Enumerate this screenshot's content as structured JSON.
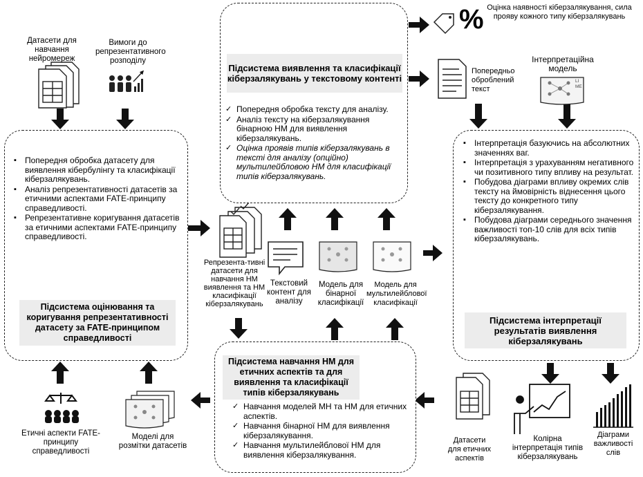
{
  "inputs": {
    "datasets_label": "Датасети для навчання нейромереж",
    "requirements_label": "Вимоги до репрезентативного розподілу"
  },
  "left_box": {
    "items": [
      "Попередня обробка датасету для виявлення кібербулінгу та класифікації кіберзалякувань.",
      "Аналіз репрезентативності датасетів за етичними аспектами FATE-принципу справедливості.",
      "Репрезентативне коригування датасетів за етичними аспектами FATE-принципу справедливості."
    ],
    "title": "Підсистема оцінювання та коригування репрезентативності датасету за FATE-принципом справедливості"
  },
  "top_box": {
    "title": "Підсистема виявлення та класифікації кіберзалякувань у текстовому контенті",
    "items": [
      "Попередня обробка тексту для аналізу.",
      "Аналіз тексту на кіберзалякування бінарною НМ для виявлення кіберзалякувань.",
      "Оцінка проявів типів кіберзалякувань в тексті для аналізу (опційно) мультилейбловою НМ для класифікації типів кіберзалякувань."
    ]
  },
  "outputs_top": {
    "assessment_label": "Оцінка наявності кіберзалякування, сила прояву кожного типу кіберзалякувань",
    "percent_symbol": "%",
    "preprocessed_label": "Попередньо оброблений текст",
    "interp_model_label": "Інтерпретаційна модель",
    "lime_text": "LIME"
  },
  "right_box": {
    "items": [
      "Інтерпретація базуючись на абсолютних значеннях ваг.",
      "Інтерпретація з урахуванням негативного чи позитивного типу впливу на результат.",
      "Побудова діаграми впливу окремих слів тексту на ймовірність віднесення цього тексту до конкретного типу кіберзалякування.",
      "Побудова діаграми середнього значення важливості топ-10 слів для всіх типів кіберзалякувань."
    ],
    "title": "Підсистема інтерпретації результатів виявлення кіберзалякувань"
  },
  "middle": {
    "repr_datasets_label": "Репрезента-тивні датасети для навчання НМ виявлення та НМ класифікації кіберзалякувань",
    "text_content_label": "Текстовий контент для аналізу",
    "binary_model_label": "Модель для бінарної класифікації",
    "multilabel_model_label": "Модель для мультилейблової класифікації"
  },
  "bottom_box": {
    "title": "Підсистема навчання НМ для етичних аспектів та для виявлення та класифікації типів кіберзалякувань",
    "items": [
      "Навчання моделей МН та НМ для етичних аспектів.",
      "Навчання бінарної НМ для виявлення кіберзалякування.",
      "Навчання мультилейблової НМ для виявлення кіберзалякування."
    ]
  },
  "bottom_items": {
    "ethical_aspects_label": "Етичні аспекти FATE-принципу справедливості",
    "labeling_models_label": "Моделі для розмітки датасетів",
    "ethical_datasets_label": "Датасети для етичних аспектів",
    "colored_interp_label": "Колірна інтерпретація типів кіберзалякувань",
    "importance_charts_label": "Діаграми важливості слів"
  }
}
